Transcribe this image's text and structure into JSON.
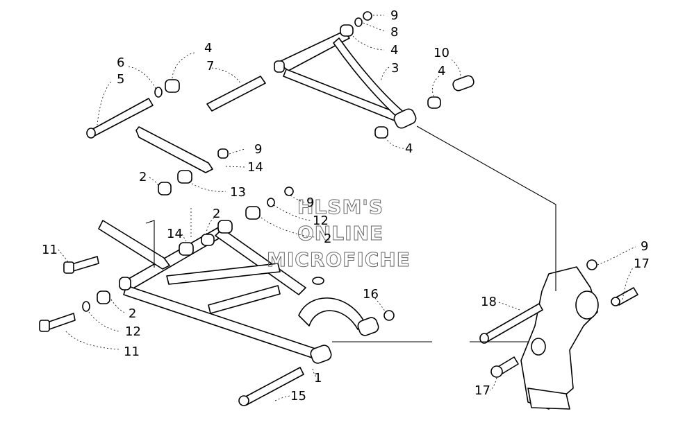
{
  "watermark": {
    "line1": "HLSM'S",
    "line2": "ONLINE",
    "line3": "MICROFICHE"
  },
  "callouts": {
    "c1": "1",
    "c2a": "2",
    "c2b": "2",
    "c2c": "2",
    "c2d": "2",
    "c3": "3",
    "c4a": "4",
    "c4b": "4",
    "c4c": "4",
    "c4d": "4",
    "c5": "5",
    "c6": "6",
    "c7": "7",
    "c8": "8",
    "c9a": "9",
    "c9b": "9",
    "c9c": "9",
    "c9d": "9",
    "c10": "10",
    "c11a": "11",
    "c11b": "11",
    "c12a": "12",
    "c12b": "12",
    "c13": "13",
    "c14a": "14",
    "c14b": "14",
    "c15": "15",
    "c16": "16",
    "c17a": "17",
    "c17b": "17",
    "c18": "18"
  }
}
